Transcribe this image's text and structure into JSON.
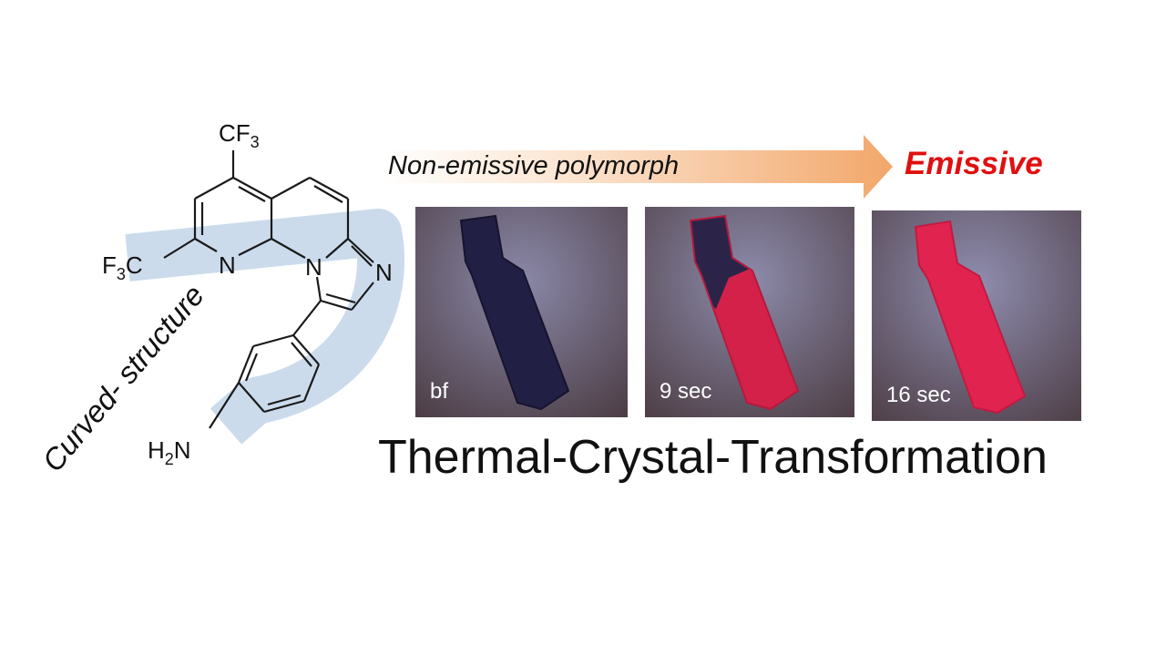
{
  "molecule": {
    "label_curved": "Curved- structure",
    "groups": {
      "cf3_top": "CF",
      "cf3_top_sub": "3",
      "f3c_left_a": "F",
      "f3c_left_sub": "3",
      "f3c_left_b": "C",
      "n_pyridine": "N",
      "n_bridge": "N",
      "n_imidazole": "N",
      "h2n_a": "H",
      "h2n_sub": "2",
      "h2n_b": "N"
    },
    "colors": {
      "highlight": "#b9cfe6",
      "bond": "#1a1a1a"
    }
  },
  "arrow": {
    "label": "Non-emissive polymorph",
    "end_label": "Emissive",
    "colors": {
      "start": "#ffffff",
      "end": "#f2a76a",
      "end_label": "#e01010"
    }
  },
  "panels": [
    {
      "label": "bf",
      "state": "non-emissive",
      "emission_fraction": 0.0
    },
    {
      "label": "9 sec",
      "state": "partially emissive",
      "emission_fraction": 0.6
    },
    {
      "label": "16 sec",
      "state": "emissive",
      "emission_fraction": 1.0
    }
  ],
  "title": "Thermal-Crystal-Transformation"
}
